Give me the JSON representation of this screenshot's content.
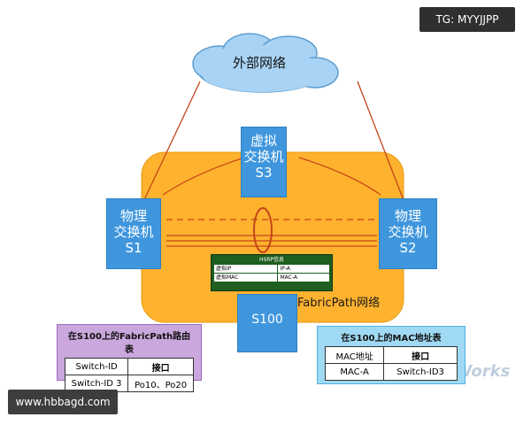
{
  "watermarks": {
    "top_right": "TG: MYYJJPP",
    "bottom_left": "www.hbbagd.com"
  },
  "cloud": {
    "label": "外部网络"
  },
  "switches": {
    "s3": {
      "line1": "虚拟",
      "line2": "交换机",
      "line3": "S3"
    },
    "s1": {
      "line1": "物理",
      "line2": "交换机",
      "line3": "S1"
    },
    "s2": {
      "line1": "物理",
      "line2": "交换机",
      "line3": "S2"
    },
    "s100": {
      "label": "S100"
    }
  },
  "hsrp": {
    "title": "HSRP信息",
    "rows": [
      [
        "虚拟IP",
        "IP-A"
      ],
      [
        "虚拟MAC",
        "MAC-A"
      ]
    ]
  },
  "fabric_label": "FabricPath网络",
  "route_table": {
    "title": "在S100上的FabricPath路由表",
    "rows": [
      [
        "Switch-ID",
        "接口"
      ],
      [
        "Switch-ID 3",
        "Po10、Po20"
      ]
    ]
  },
  "mac_table": {
    "title": "在S100上的MAC地址表",
    "rows": [
      [
        "MAC地址",
        "接口"
      ],
      [
        "MAC-A",
        "Switch-ID3"
      ]
    ]
  },
  "colors": {
    "fabric_fill": "#ffb22e",
    "switch_fill": "#3f96dd",
    "cloud_fill": "#a9d3f4",
    "link_color": "#c6451a"
  }
}
